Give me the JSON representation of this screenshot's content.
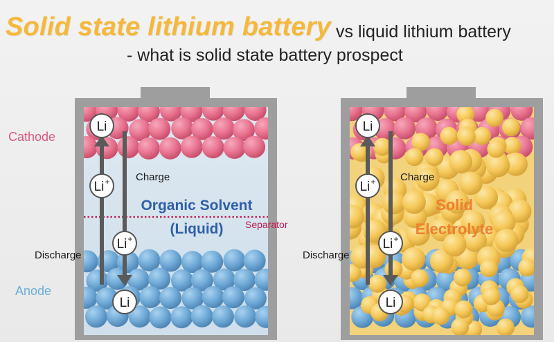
{
  "title": {
    "main": "Solid state lithium battery",
    "rest": "vs liquid lithium battery",
    "line2": "- what is solid state battery prospect"
  },
  "liquid": {
    "cathode_label": "Cathode",
    "anode_label": "Anode",
    "charge_label": "Charge",
    "discharge_label": "Discharge",
    "electrolyte_line1": "Organic Solvent",
    "electrolyte_line2": "(Liquid)",
    "separator_label": "Separator",
    "ion_top": "Li",
    "ion_mid_left": "Li",
    "ion_mid_right": "Li",
    "ion_bottom": "Li",
    "plus": "+"
  },
  "solid": {
    "charge_label": "Charge",
    "discharge_label": "Discharge",
    "electrolyte_line1": "Solid",
    "electrolyte_line2": "Electrolyte",
    "ion_top": "Li",
    "ion_mid_left": "Li",
    "ion_mid_right": "Li",
    "ion_bottom": "Li",
    "plus": "+"
  },
  "colors": {
    "title_accent": "#f5b83a",
    "cathode_particle": "#e8738f",
    "anode_particle": "#6fa9d6",
    "electrolyte_particle": "#f5c95a",
    "cathode_text": "#d9587d",
    "anode_text": "#6aaed6",
    "solvent_text": "#2f5fa8",
    "solid_text": "#ef7f2f",
    "separator": "#c0184f"
  }
}
